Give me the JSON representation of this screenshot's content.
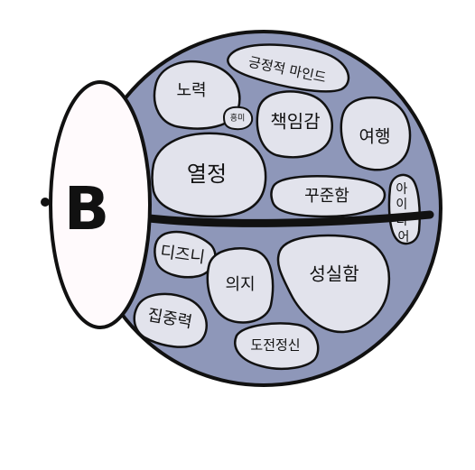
{
  "colors": {
    "ball": "#8e97b9",
    "blob": "#e2e3ec",
    "outline": "#111111",
    "cap": "#fffafc"
  },
  "cap_letter": "B",
  "words": {
    "positive_mind": "긍정적 마인드",
    "effort": "노력",
    "interest": "흥미",
    "responsibility": "책임감",
    "travel": "여행",
    "passion": "열정",
    "persistence": "꾸준함",
    "idea": "아이디어",
    "disney": "디즈니",
    "will": "의지",
    "sincerity": "성실함",
    "concentration": "집중력",
    "challenge": "도전정신"
  }
}
